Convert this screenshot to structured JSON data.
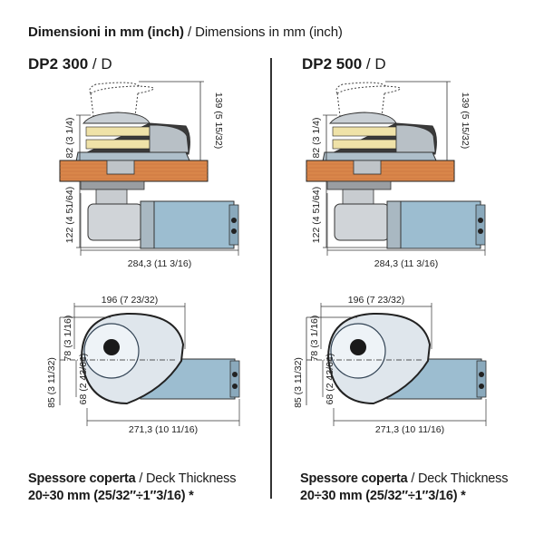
{
  "header": {
    "bold": "Dimensioni in mm (inch)",
    "sep": " / ",
    "normal": "Dimensions in mm (inch)"
  },
  "models": [
    {
      "name": "DP2 300",
      "sep": " / ",
      "variant": "D",
      "dims": {
        "total_height": "139 (5 15/32)",
        "above_deck": "82 (3 1/4)",
        "below_deck": "122 (4 51/64)",
        "side_length": "284,3 (11 3/16)",
        "top_width": "196 (7 23/32)",
        "top_upper": "78 (3 1/16)",
        "top_lower": "68 (2 43/64)",
        "top_total": "85 (3 11/32)",
        "top_length": "271,3 (10 11/16)"
      },
      "note": {
        "bold": "Spessore coperta",
        "sep": " / ",
        "normal": "Deck Thickness",
        "value": "20÷30 mm (25/32″÷1″3/16) *"
      }
    },
    {
      "name": "DP2 500",
      "sep": " / ",
      "variant": "D",
      "dims": {
        "total_height": "139 (5 15/32)",
        "above_deck": "82 (3 1/4)",
        "below_deck": "122 (4 51/64)",
        "side_length": "284,3 (11 3/16)",
        "top_width": "196 (7 23/32)",
        "top_upper": "78 (3 1/16)",
        "top_lower": "68 (2 43/64)",
        "top_total": "85 (3 11/32)",
        "top_length": "271,3 (10 11/16)"
      },
      "note": {
        "bold": "Spessore coperta",
        "sep": " / ",
        "normal": "Deck Thickness",
        "value": "20÷30 mm (25/32″÷1″3/16) *"
      }
    }
  ],
  "colors": {
    "deck_wood": "#d9864a",
    "motor_blue": "#9cbdd0",
    "housing_gray": "#c9cfd4",
    "gypsy_yellow": "#efe2a8",
    "line": "#333333"
  }
}
